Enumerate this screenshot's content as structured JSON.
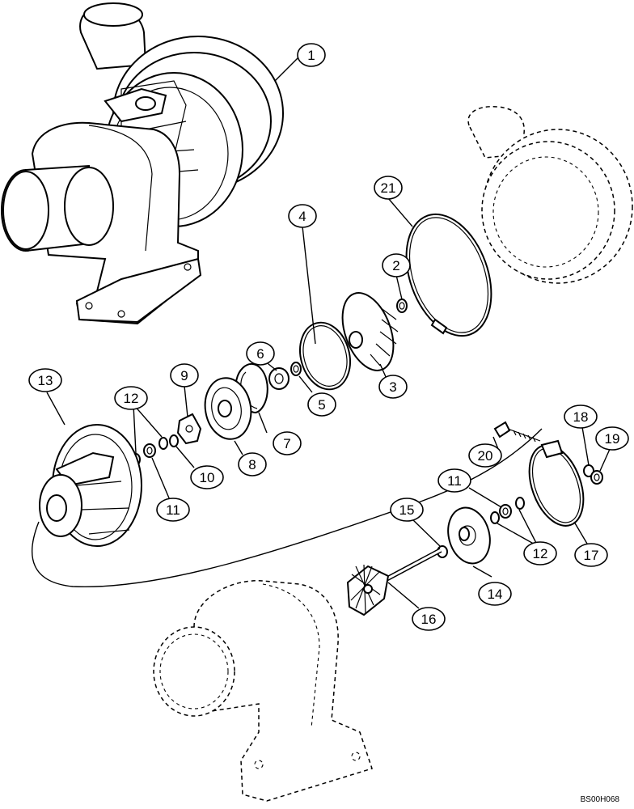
{
  "callouts": {
    "c1": "1",
    "c2": "2",
    "c3": "3",
    "c4": "4",
    "c5": "5",
    "c6": "6",
    "c7": "7",
    "c8": "8",
    "c9": "9",
    "c10": "10",
    "c11a": "11",
    "c11b": "11",
    "c12a": "12",
    "c12b": "12",
    "c13": "13",
    "c14": "14",
    "c15": "15",
    "c16": "16",
    "c17": "17",
    "c18": "18",
    "c19": "19",
    "c20": "20",
    "c21": "21"
  },
  "figure_code": "BS00H068"
}
